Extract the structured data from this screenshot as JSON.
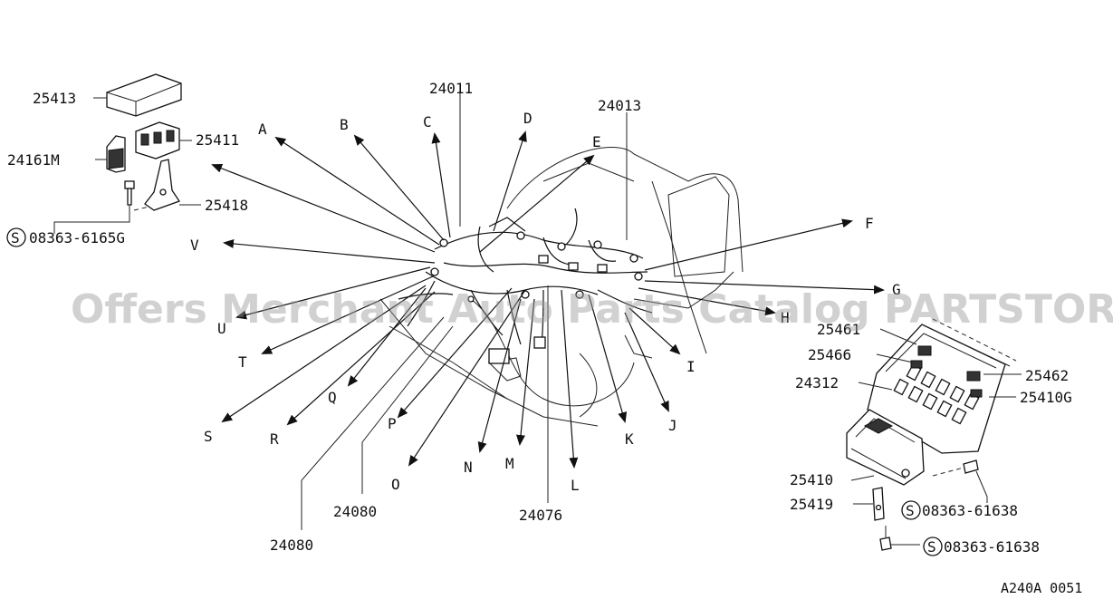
{
  "watermark": "Offers Merchant Auto Parts Catalog PARTSTORE.SA",
  "diagram_code": "A240A 0051",
  "connector_labels": [
    "A",
    "B",
    "C",
    "D",
    "E",
    "F",
    "G",
    "H",
    "I",
    "J",
    "K",
    "L",
    "M",
    "N",
    "O",
    "P",
    "Q",
    "R",
    "S",
    "T",
    "U",
    "V"
  ],
  "part_numbers": {
    "p25413": "25413",
    "p25411": "25411",
    "p24161m": "24161M",
    "p25418": "25418",
    "p08363_6165g": "08363-6165G",
    "p24011": "24011",
    "p24013": "24013",
    "p25461": "25461",
    "p25466": "25466",
    "p25462": "25462",
    "p24312": "24312",
    "p25410g": "25410G",
    "p25410": "25410",
    "p25419": "25419",
    "p08363_61638_a": "08363-61638",
    "p08363_61638_b": "08363-61638",
    "p24080_a": "24080",
    "p24080_b": "24080",
    "p24076": "24076"
  },
  "screw_symbol": "S"
}
